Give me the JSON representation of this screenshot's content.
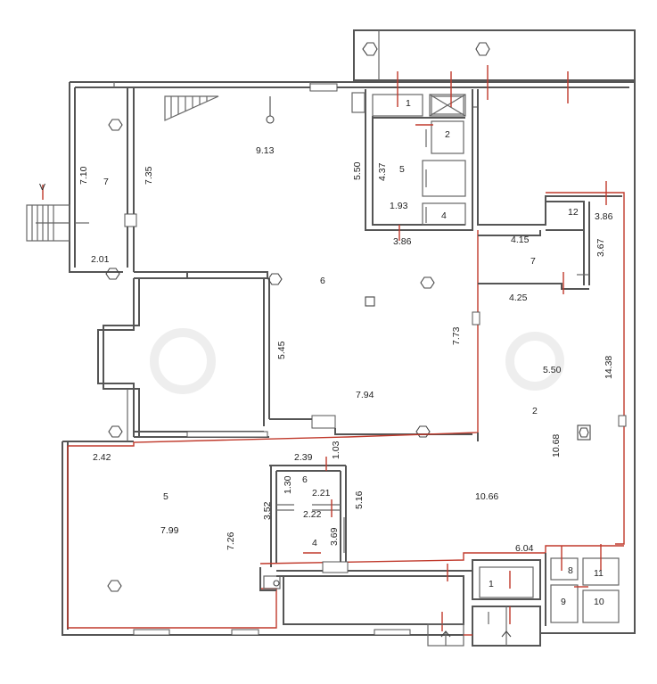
{
  "marker": "V",
  "labels": {
    "room_7_left": "7",
    "room_5_top": "5",
    "room_2_top": "2",
    "room_4_top": "4",
    "room_1_top": "1",
    "room_6_main": "6",
    "room_12": "12",
    "room_7_right": "7",
    "room_2_right": "2",
    "room_5_bottom": "5",
    "room_6_small": "6",
    "room_4_bottom": "4",
    "room_1_bottom": "1",
    "room_8": "8",
    "room_9": "9",
    "room_10": "10",
    "room_11": "11"
  },
  "dims": {
    "d_7_10": "7.10",
    "d_7_35": "7.35",
    "d_2_01": "2.01",
    "d_9_13": "9.13",
    "d_5_50_top": "5.50",
    "d_4_37": "4.37",
    "d_1_93": "1.93",
    "d_3_86_top": "3.86",
    "d_3_86_right": "3.86",
    "d_3_67": "3.67",
    "d_4_15": "4.15",
    "d_4_25": "4.25",
    "d_5_45": "5.45",
    "d_7_73": "7.73",
    "d_7_94": "7.94",
    "d_5_50_right": "5.50",
    "d_14_38": "14.38",
    "d_10_68": "10.68",
    "d_10_66": "10.66",
    "d_2_42": "2.42",
    "d_7_99": "7.99",
    "d_7_26": "7.26",
    "d_3_52": "3.52",
    "d_2_39": "2.39",
    "d_1_03": "1.03",
    "d_1_30": "1.30",
    "d_2_21": "2.21",
    "d_2_22": "2.22",
    "d_5_16": "5.16",
    "d_3_69": "3.69",
    "d_6_04": "6.04"
  }
}
